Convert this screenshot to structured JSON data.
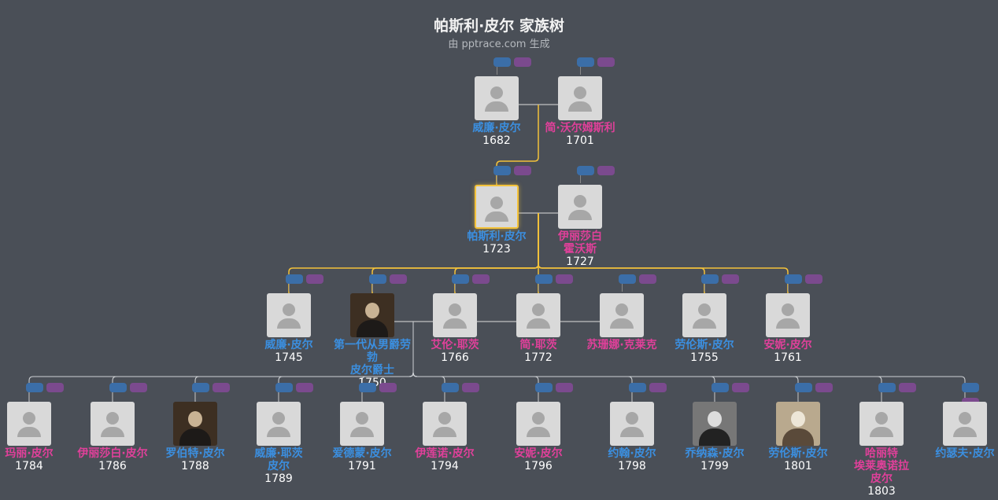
{
  "header": {
    "title": "帕斯利·皮尔 家族树",
    "subtitle": "由 pptrace.com 生成"
  },
  "colors": {
    "male": "#3b8fe0",
    "female": "#e0409a",
    "selected_line": "#f3c23a",
    "line": "#cfd2d6"
  },
  "people": [
    {
      "id": "p1",
      "name": "威廉·皮尔",
      "year": "1682",
      "gender": "m",
      "avatar": "default"
    },
    {
      "id": "p2",
      "name": "简·沃尔姆斯利",
      "year": "1701",
      "gender": "f",
      "avatar": "default"
    },
    {
      "id": "p3",
      "name": "帕斯利·皮尔",
      "year": "1723",
      "gender": "m",
      "avatar": "default",
      "selected": true
    },
    {
      "id": "p4",
      "name": "伊丽莎白·霍沃斯",
      "year": "1727",
      "gender": "f",
      "avatar": "default"
    },
    {
      "id": "p5",
      "name": "威廉·皮尔",
      "year": "1745",
      "gender": "m",
      "avatar": "default"
    },
    {
      "id": "p6",
      "name": "第一代从男爵劳勃·皮尔爵士",
      "year": "1750",
      "gender": "m",
      "avatar": "photo"
    },
    {
      "id": "p7",
      "name": "艾伦·耶茨",
      "year": "1766",
      "gender": "f",
      "avatar": "default"
    },
    {
      "id": "p8",
      "name": "简·耶茨",
      "year": "1772",
      "gender": "f",
      "avatar": "default"
    },
    {
      "id": "p9",
      "name": "苏珊娜·克莱克",
      "year": "",
      "gender": "f",
      "avatar": "default"
    },
    {
      "id": "p10",
      "name": "劳伦斯·皮尔",
      "year": "1755",
      "gender": "m",
      "avatar": "default"
    },
    {
      "id": "p11",
      "name": "安妮·皮尔",
      "year": "1761",
      "gender": "f",
      "avatar": "default"
    },
    {
      "id": "c1",
      "name": "玛丽·皮尔",
      "year": "1784",
      "gender": "f",
      "avatar": "default"
    },
    {
      "id": "c2",
      "name": "伊丽莎白·皮尔",
      "year": "1786",
      "gender": "f",
      "avatar": "default"
    },
    {
      "id": "c3",
      "name": "罗伯特·皮尔",
      "year": "1788",
      "gender": "m",
      "avatar": "photo"
    },
    {
      "id": "c4",
      "name": "威廉·耶茨·皮尔",
      "year": "1789",
      "gender": "m",
      "avatar": "default"
    },
    {
      "id": "c5",
      "name": "爱德蒙·皮尔",
      "year": "1791",
      "gender": "m",
      "avatar": "default"
    },
    {
      "id": "c6",
      "name": "伊莲诺·皮尔",
      "year": "1794",
      "gender": "f",
      "avatar": "default"
    },
    {
      "id": "c7",
      "name": "安妮·皮尔",
      "year": "1796",
      "gender": "f",
      "avatar": "default"
    },
    {
      "id": "c8",
      "name": "约翰·皮尔",
      "year": "1798",
      "gender": "m",
      "avatar": "default"
    },
    {
      "id": "c9",
      "name": "乔纳森·皮尔",
      "year": "1799",
      "gender": "m",
      "avatar": "photo-gray"
    },
    {
      "id": "c10",
      "name": "劳伦斯·皮尔",
      "year": "1801",
      "gender": "m",
      "avatar": "photo-sepia"
    },
    {
      "id": "c11",
      "name": "哈丽特·埃莱奥诺拉·皮尔",
      "year": "1803",
      "gender": "f",
      "avatar": "default"
    },
    {
      "id": "c12",
      "name": "约瑟夫·皮尔",
      "year": "",
      "gender": "m",
      "avatar": "default"
    }
  ]
}
